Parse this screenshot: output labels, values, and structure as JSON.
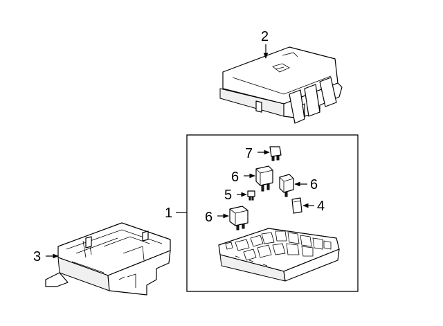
{
  "callouts": {
    "c1": "1",
    "c2": "2",
    "c3": "3",
    "c4": "4",
    "c5": "5",
    "c6a": "6",
    "c6b": "6",
    "c6c": "6",
    "c7": "7"
  },
  "colors": {
    "line": "#000000",
    "background": "#ffffff"
  }
}
